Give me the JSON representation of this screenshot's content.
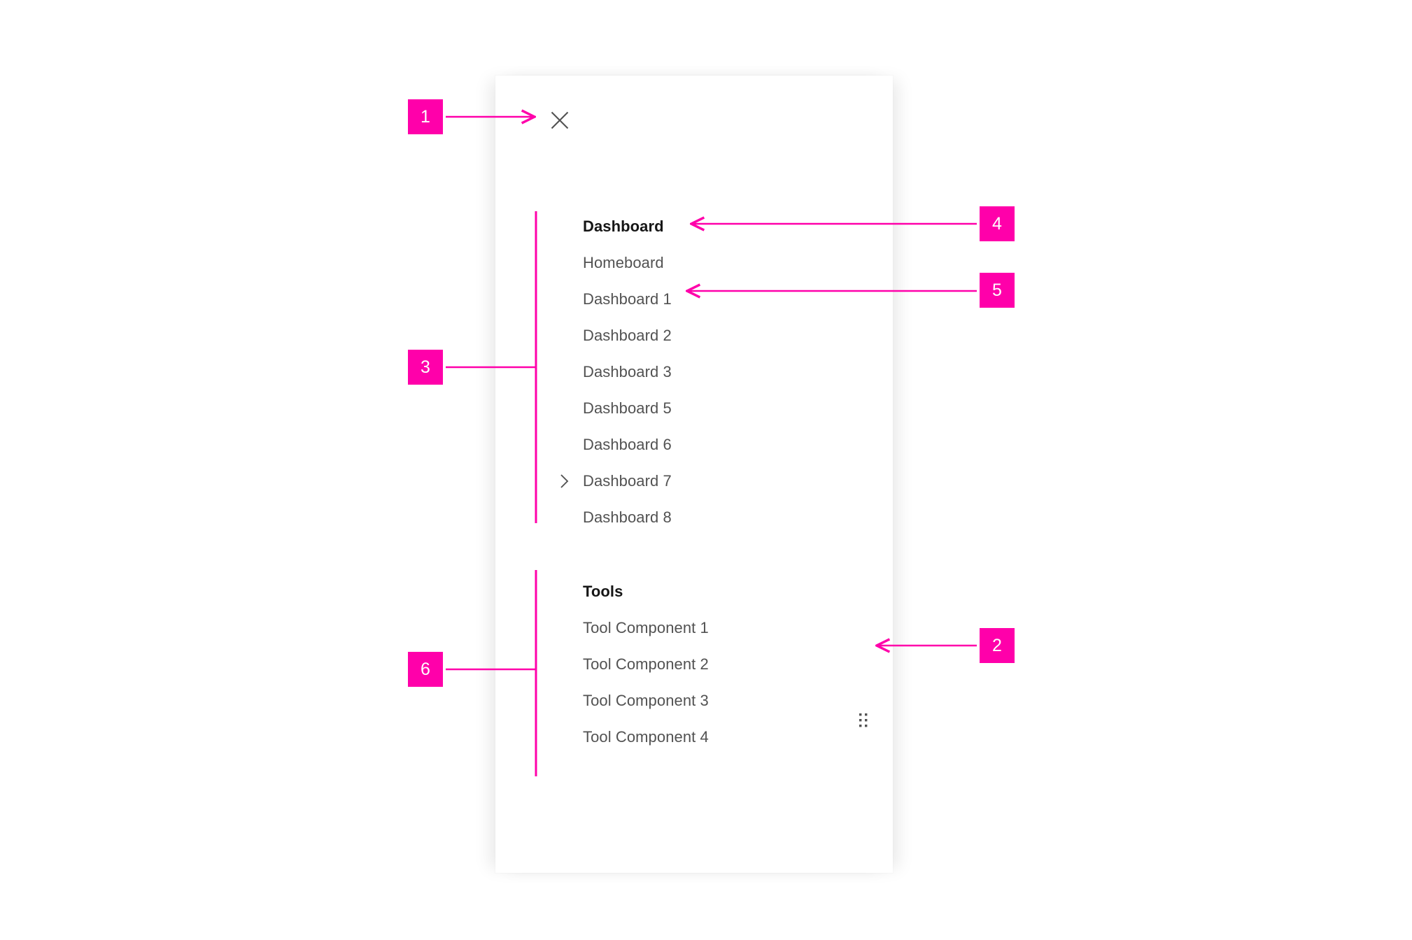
{
  "panel": {
    "close_icon": "close-icon",
    "drag_handle_icon": "drag-handle-icon",
    "sections": [
      {
        "title": "Dashboard",
        "items": [
          {
            "label": "Homeboard",
            "expandable": false
          },
          {
            "label": "Dashboard 1",
            "expandable": false
          },
          {
            "label": "Dashboard 2",
            "expandable": false
          },
          {
            "label": "Dashboard 3",
            "expandable": false
          },
          {
            "label": "Dashboard 5",
            "expandable": false
          },
          {
            "label": "Dashboard 6",
            "expandable": false
          },
          {
            "label": "Dashboard 7",
            "expandable": true
          },
          {
            "label": "Dashboard 8",
            "expandable": false
          }
        ]
      },
      {
        "title": "Tools",
        "items": [
          {
            "label": "Tool Component 1",
            "expandable": false
          },
          {
            "label": "Tool Component 2",
            "expandable": false
          },
          {
            "label": "Tool Component 3",
            "expandable": false
          },
          {
            "label": "Tool Component 4",
            "expandable": false
          }
        ]
      }
    ]
  },
  "annotations": {
    "accent_color": "#ff00aa",
    "markers": [
      {
        "id": "1",
        "label": "1",
        "target": "close-icon",
        "style": "arrow"
      },
      {
        "id": "2",
        "label": "2",
        "target": "drag-handle-icon",
        "style": "arrow"
      },
      {
        "id": "3",
        "label": "3",
        "target": "dashboard-section-group",
        "style": "bracket"
      },
      {
        "id": "4",
        "label": "4",
        "target": "dashboard-section-title",
        "style": "arrow"
      },
      {
        "id": "5",
        "label": "5",
        "target": "nav-item-dashboard-1",
        "style": "arrow"
      },
      {
        "id": "6",
        "label": "6",
        "target": "tools-section-group",
        "style": "bracket"
      }
    ]
  },
  "colors": {
    "accent": "#ff00aa",
    "text_primary": "#161616",
    "text_secondary": "#525252",
    "panel_background": "#ffffff",
    "page_background": "#ffffff"
  }
}
